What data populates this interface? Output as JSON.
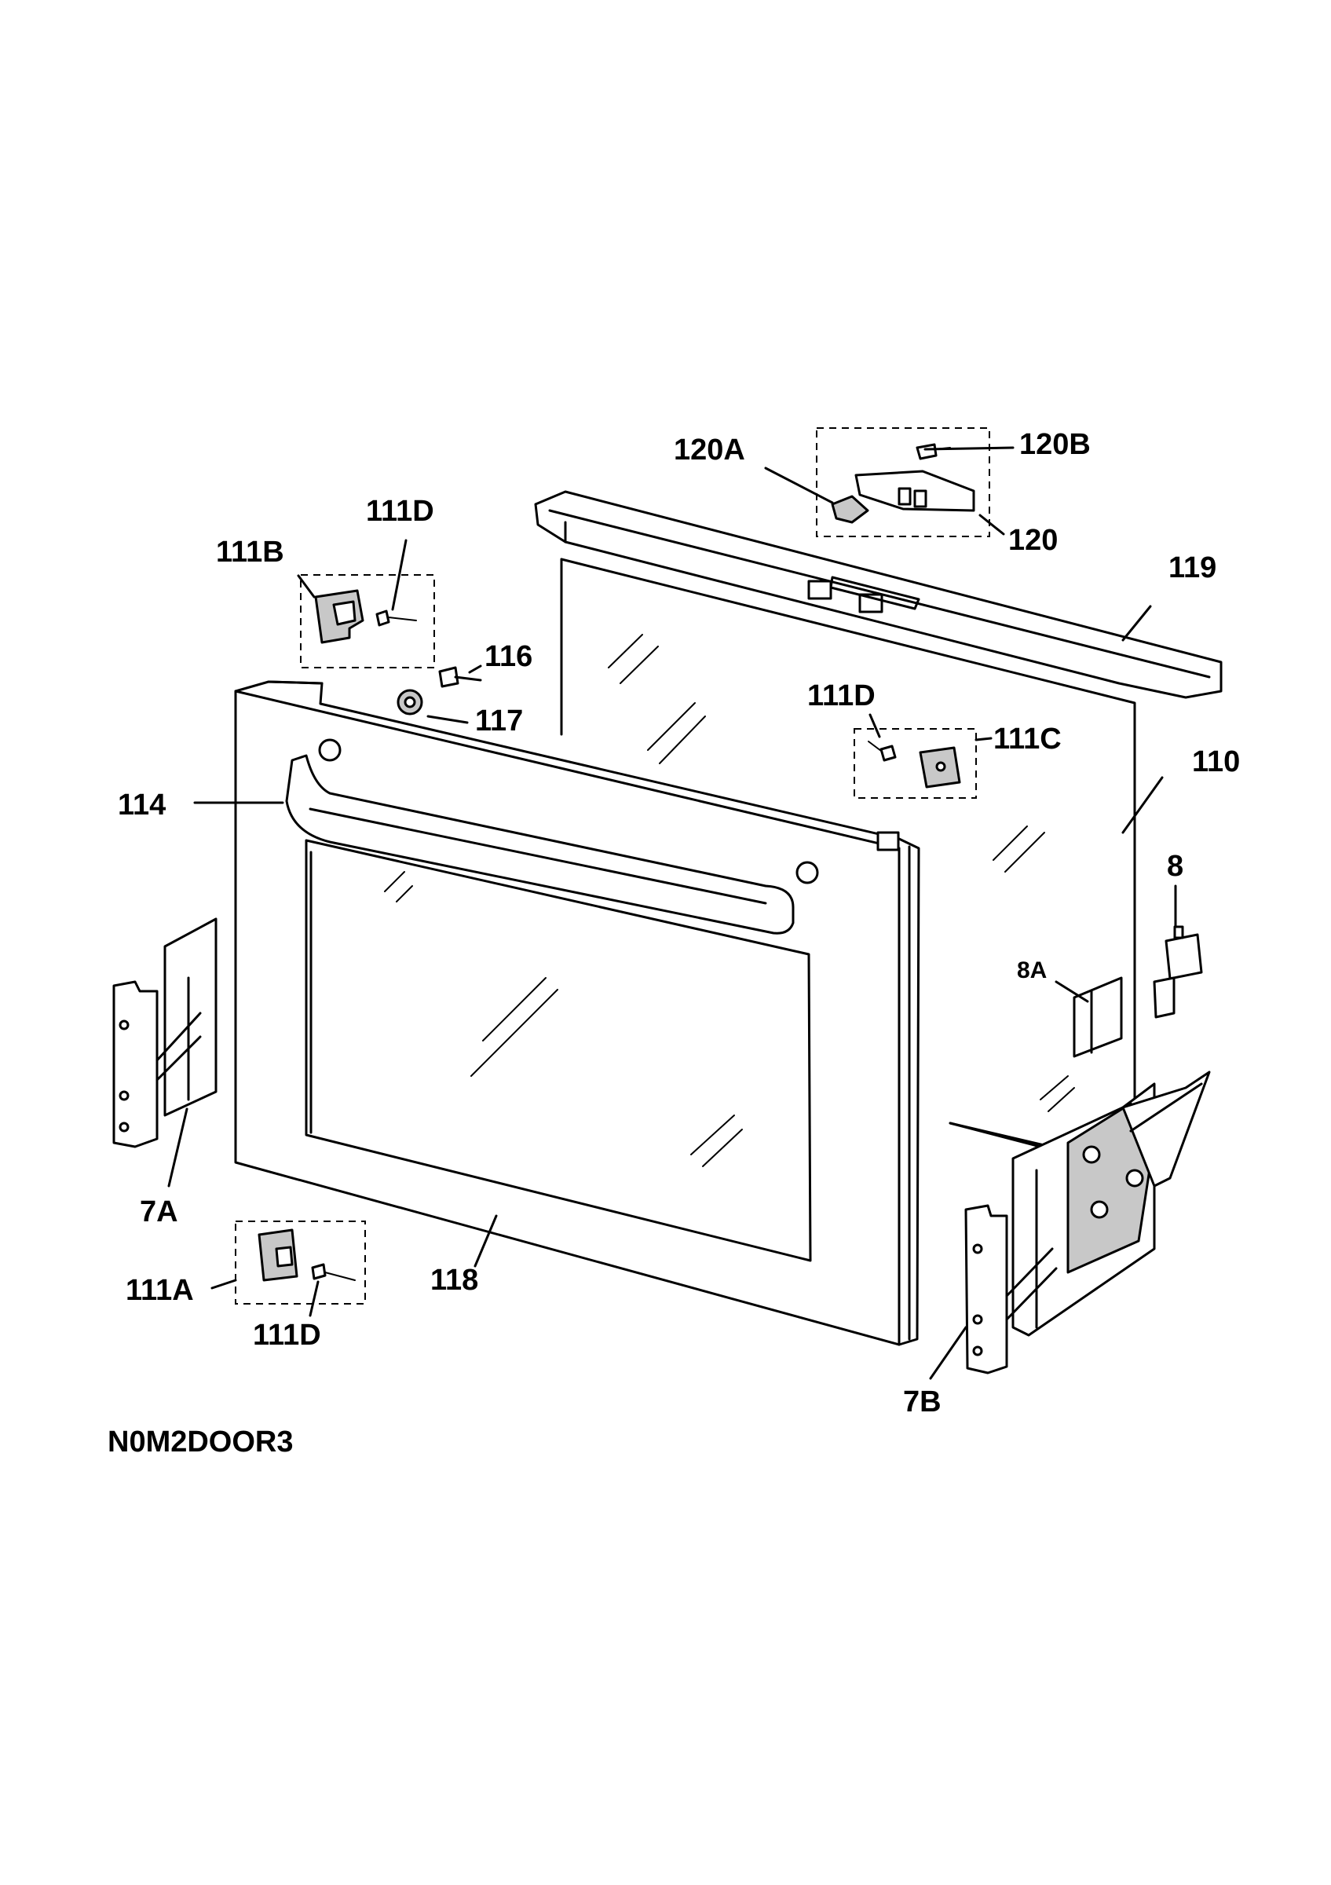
{
  "diagram": {
    "code": "N0M2DOOR3",
    "labels": {
      "p120A": "120A",
      "p120B": "120B",
      "p120": "120",
      "p119": "119",
      "p111D_top": "111D",
      "p111B": "111B",
      "p116": "116",
      "p117": "117",
      "p111D_mid": "111D",
      "p111C": "111C",
      "p110": "110",
      "p114": "114",
      "p8": "8",
      "p8A": "8A",
      "p7A": "7A",
      "p118": "118",
      "p111A": "111A",
      "p111D_bot": "111D",
      "p7B": "7B"
    }
  }
}
